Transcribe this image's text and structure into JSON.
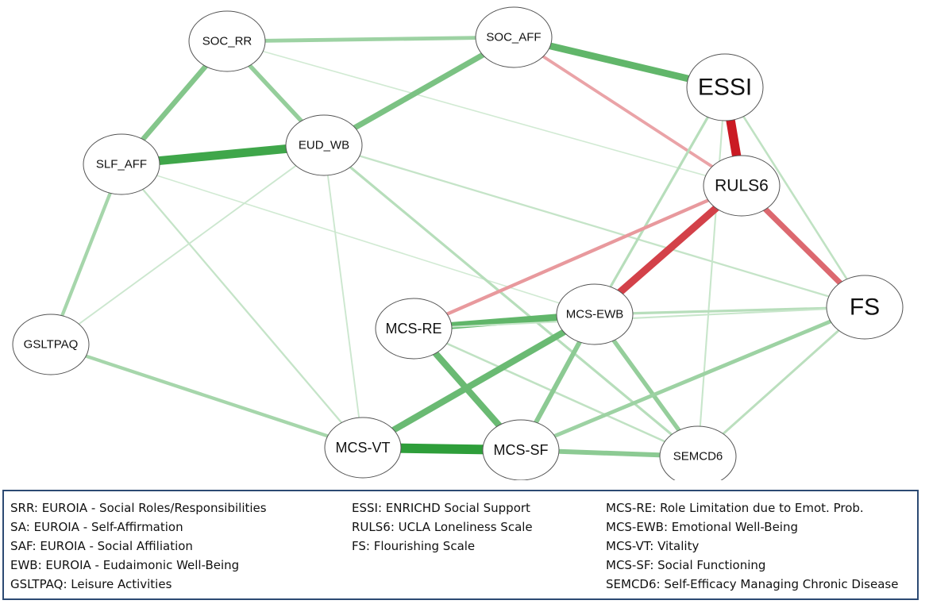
{
  "network": {
    "nodes": [
      {
        "id": "SOC_RR",
        "label": "SOC_RR"
      },
      {
        "id": "SOC_AFF",
        "label": "SOC_AFF"
      },
      {
        "id": "ESSI",
        "label": "ESSI"
      },
      {
        "id": "SLF_AFF",
        "label": "SLF_AFF"
      },
      {
        "id": "EUD_WB",
        "label": "EUD_WB"
      },
      {
        "id": "RULS6",
        "label": "RULS6"
      },
      {
        "id": "FS",
        "label": "FS"
      },
      {
        "id": "GSLTPAQ",
        "label": "GSLTPAQ"
      },
      {
        "id": "MCS-RE",
        "label": "MCS-RE"
      },
      {
        "id": "MCS-EWB",
        "label": "MCS-EWB"
      },
      {
        "id": "MCS-VT",
        "label": "MCS-VT"
      },
      {
        "id": "MCS-SF",
        "label": "MCS-SF"
      },
      {
        "id": "SEMCD6",
        "label": "SEMCD6"
      }
    ],
    "edges": [
      {
        "source": "SOC_RR",
        "target": "SOC_AFF",
        "sign": "positive",
        "strength": 0.35
      },
      {
        "source": "SOC_RR",
        "target": "SLF_AFF",
        "sign": "positive",
        "strength": 0.5
      },
      {
        "source": "SOC_RR",
        "target": "EUD_WB",
        "sign": "positive",
        "strength": 0.4
      },
      {
        "source": "SOC_RR",
        "target": "RULS6",
        "sign": "positive",
        "strength": 0.05
      },
      {
        "source": "SOC_AFF",
        "target": "ESSI",
        "sign": "positive",
        "strength": 0.7
      },
      {
        "source": "SOC_AFF",
        "target": "EUD_WB",
        "sign": "positive",
        "strength": 0.55
      },
      {
        "source": "SOC_AFF",
        "target": "RULS6",
        "sign": "negative",
        "strength": 0.25
      },
      {
        "source": "SLF_AFF",
        "target": "EUD_WB",
        "sign": "positive",
        "strength": 0.9
      },
      {
        "source": "SLF_AFF",
        "target": "GSLTPAQ",
        "sign": "positive",
        "strength": 0.3
      },
      {
        "source": "SLF_AFF",
        "target": "MCS-VT",
        "sign": "positive",
        "strength": 0.12
      },
      {
        "source": "SLF_AFF",
        "target": "MCS-EWB",
        "sign": "positive",
        "strength": 0.05
      },
      {
        "source": "EUD_WB",
        "target": "GSLTPAQ",
        "sign": "positive",
        "strength": 0.08
      },
      {
        "source": "EUD_WB",
        "target": "SEMCD6",
        "sign": "positive",
        "strength": 0.2
      },
      {
        "source": "EUD_WB",
        "target": "FS",
        "sign": "positive",
        "strength": 0.12
      },
      {
        "source": "EUD_WB",
        "target": "MCS-VT",
        "sign": "positive",
        "strength": 0.08
      },
      {
        "source": "ESSI",
        "target": "RULS6",
        "sign": "negative",
        "strength": 0.95
      },
      {
        "source": "ESSI",
        "target": "MCS-EWB",
        "sign": "positive",
        "strength": 0.2
      },
      {
        "source": "ESSI",
        "target": "FS",
        "sign": "positive",
        "strength": 0.15
      },
      {
        "source": "ESSI",
        "target": "SEMCD6",
        "sign": "positive",
        "strength": 0.1
      },
      {
        "source": "RULS6",
        "target": "MCS-EWB",
        "sign": "negative",
        "strength": 0.75
      },
      {
        "source": "RULS6",
        "target": "MCS-RE",
        "sign": "negative",
        "strength": 0.3
      },
      {
        "source": "RULS6",
        "target": "FS",
        "sign": "negative",
        "strength": 0.55
      },
      {
        "source": "MCS-EWB",
        "target": "FS",
        "sign": "positive",
        "strength": 0.2
      },
      {
        "source": "MCS-RE",
        "target": "MCS-EWB",
        "sign": "positive",
        "strength": 0.7
      },
      {
        "source": "MCS-RE",
        "target": "MCS-SF",
        "sign": "positive",
        "strength": 0.65
      },
      {
        "source": "MCS-RE",
        "target": "FS",
        "sign": "positive",
        "strength": 0.1
      },
      {
        "source": "MCS-RE",
        "target": "SEMCD6",
        "sign": "positive",
        "strength": 0.15
      },
      {
        "source": "MCS-EWB",
        "target": "MCS-VT",
        "sign": "positive",
        "strength": 0.65
      },
      {
        "source": "MCS-EWB",
        "target": "MCS-SF",
        "sign": "positive",
        "strength": 0.45
      },
      {
        "source": "MCS-EWB",
        "target": "SEMCD6",
        "sign": "positive",
        "strength": 0.4
      },
      {
        "source": "MCS-VT",
        "target": "MCS-SF",
        "sign": "positive",
        "strength": 1.0
      },
      {
        "source": "MCS-VT",
        "target": "GSLTPAQ",
        "sign": "positive",
        "strength": 0.3
      },
      {
        "source": "MCS-SF",
        "target": "SEMCD6",
        "sign": "positive",
        "strength": 0.45
      },
      {
        "source": "MCS-SF",
        "target": "FS",
        "sign": "positive",
        "strength": 0.35
      },
      {
        "source": "SEMCD6",
        "target": "FS",
        "sign": "positive",
        "strength": 0.18
      }
    ],
    "colors": {
      "positive": "#2e9e3a",
      "negative": "#c8101a",
      "node_fill": "#ffffff",
      "node_stroke": "#555555"
    }
  },
  "legend": {
    "columns": [
      [
        "SRR: EUROIA - Social Roles/Responsibilities",
        "SA: EUROIA - Self-Affirmation",
        "SAF: EUROIA - Social Affiliation",
        "EWB: EUROIA - Eudaimonic Well-Being",
        "GSLTPAQ: Leisure Activities"
      ],
      [
        "ESSI: ENRICHD Social Support",
        "RULS6: UCLA Loneliness Scale",
        "FS: Flourishing Scale"
      ],
      [
        "MCS-RE: Role Limitation due to Emot. Prob.",
        "MCS-EWB: Emotional Well-Being",
        "MCS-VT: Vitality",
        "MCS-SF: Social Functioning",
        "SEMCD6: Self-Efficacy Managing Chronic Disease"
      ]
    ]
  }
}
